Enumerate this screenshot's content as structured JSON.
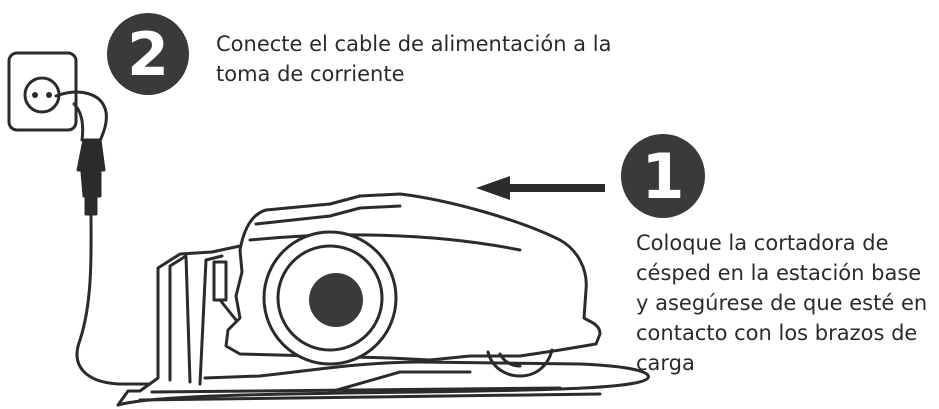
{
  "steps": [
    {
      "number": "2",
      "lines": [
        "Conecte el cable de alimentación a la",
        "toma de corriente"
      ]
    },
    {
      "number": "1",
      "lines": [
        "Coloque la cortadora de",
        "césped en la estación base",
        "y asegúrese de que esté en",
        "contacto con los brazos de",
        "carga"
      ]
    }
  ],
  "colors": {
    "ink": "#2b2b2b",
    "badge": "#3a3a3a",
    "wheel_hub": "#3a3a3a",
    "background": "#ffffff"
  },
  "icons": [
    "wall-outlet-icon",
    "power-plug-icon",
    "robotic-mower-icon",
    "charging-station-icon",
    "arrow-left-icon"
  ]
}
